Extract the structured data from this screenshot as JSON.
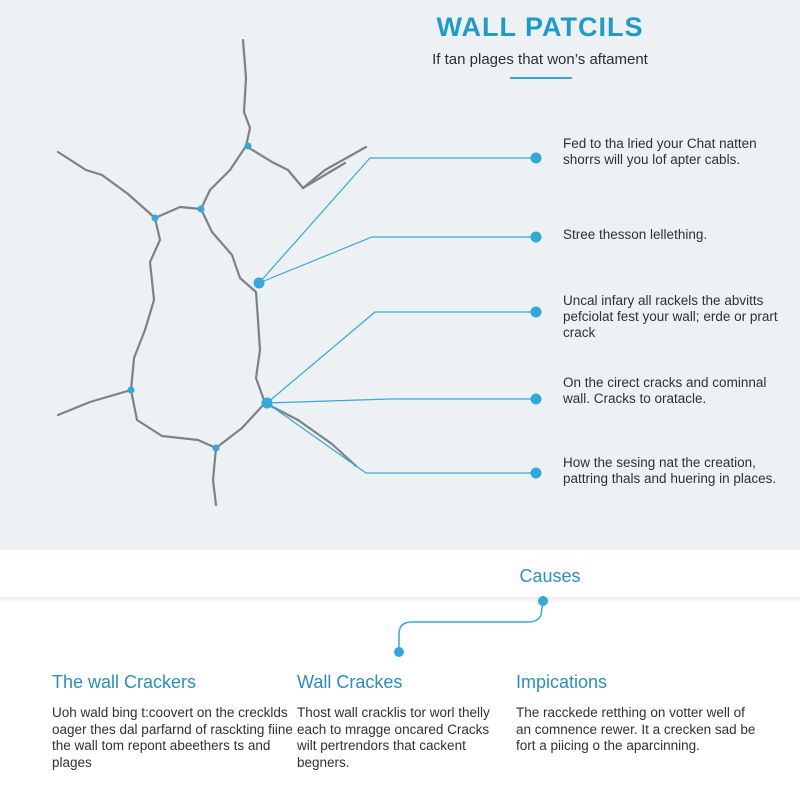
{
  "header": {
    "title": "WALL PATCILS",
    "subtitle": "If tan plages that won’s aftament"
  },
  "notes": [
    "Fed to tha lried your Chat natten shorrs will you lof apter cabls.",
    "Stree thesson lellething.",
    "Uncal infary all rackels the abvitts pefciolat fest your wall; erde or prart crack",
    "On the cirect cracks and cominnal wall. Cracks to oratacle.",
    "How the sesing nat the creation, pattring thals and huering in places."
  ],
  "causes_label": "Causes",
  "columns": [
    {
      "heading": "The wall Crackers",
      "text": "Uoh wald bing t:coovert on the crecklds oager thes dal parfarnd of rasckting fiine the wall tom repont abeethers ts and plages"
    },
    {
      "heading": "Wall Crackes",
      "text": "Thost wall cracklis tor worl thelly each to mragge oncared Cracks wilt pertrendors that cackent begners."
    },
    {
      "heading": "Impications",
      "text": "The racckede retthing on votter well of an comnence rewer. It a crecken sad be fort a piicing o the aparcinning."
    }
  ],
  "colors": {
    "accent": "#1f9bc8",
    "crack": "#7d8287",
    "background_top": "#eef1f4"
  }
}
